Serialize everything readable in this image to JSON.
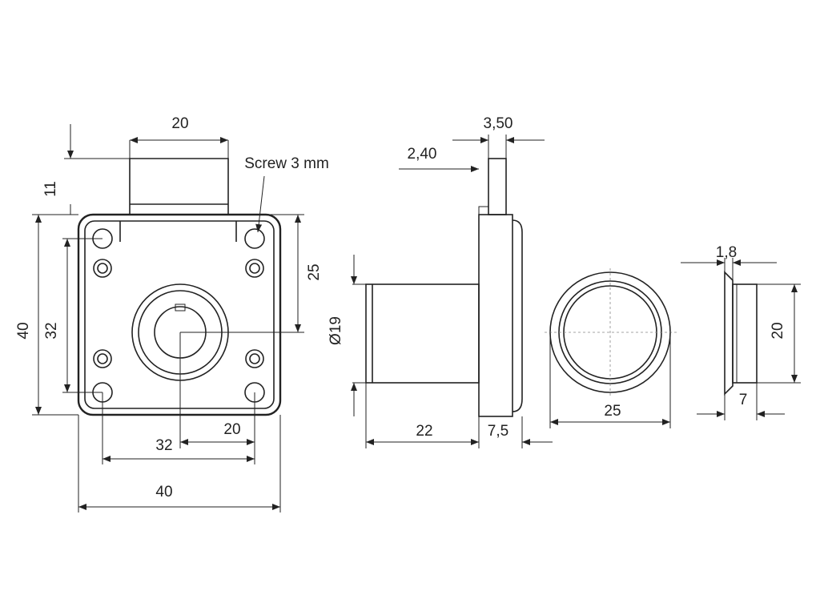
{
  "front_view": {
    "top_width": "20",
    "bolt_height": "11",
    "screw_note": "Screw 3 mm",
    "plate_height": "40",
    "hole_vertical_spacing": "32",
    "right_height": "25",
    "hole_horizontal_spacing": "32",
    "center_offset": "20",
    "plate_width": "40"
  },
  "side_view": {
    "bolt_thickness": "3,50",
    "bolt_offset": "2,40",
    "cylinder_diameter": "Ø19",
    "cylinder_length": "22",
    "flange_thickness": "7,5"
  },
  "ring_view": {
    "diameter": "25"
  },
  "ferrule_view": {
    "flange_thickness": "1,8",
    "height": "20",
    "depth": "7"
  }
}
